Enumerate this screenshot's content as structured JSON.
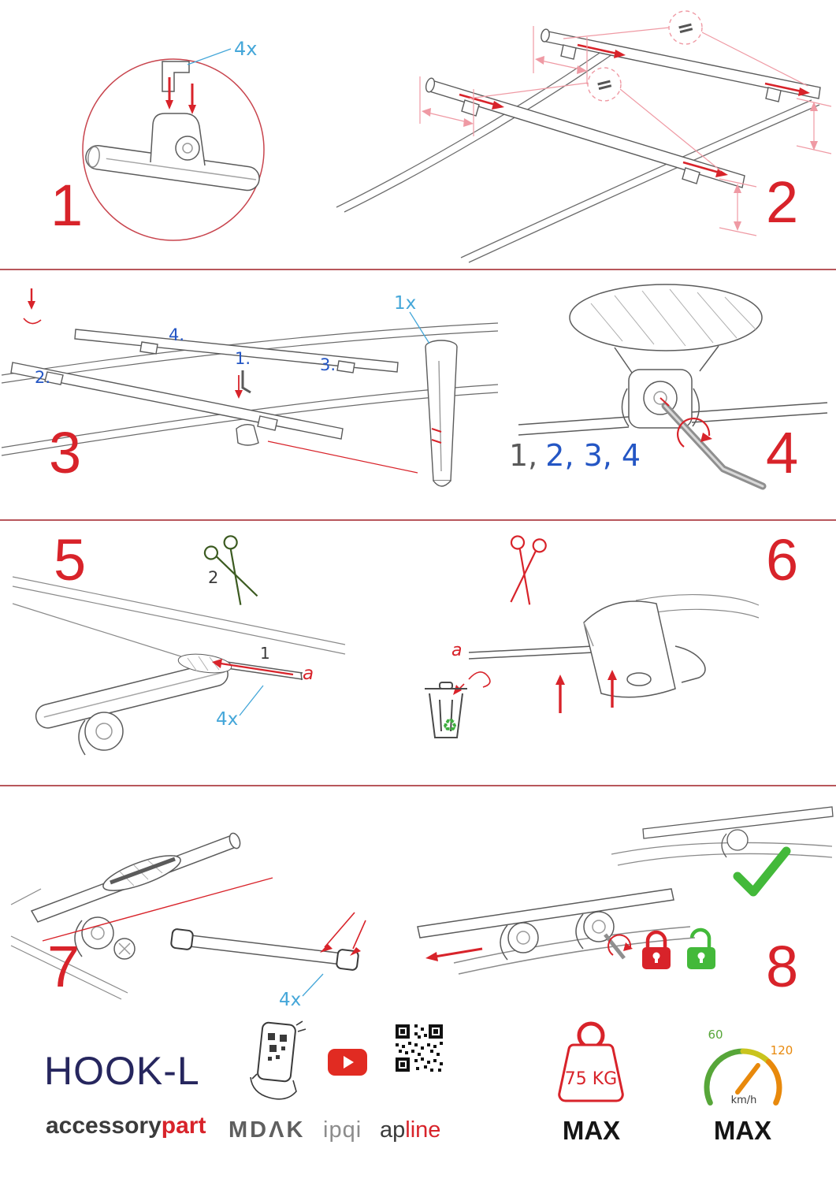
{
  "page": {
    "background": "#ffffff",
    "accent_red": "#d8232a",
    "label_blue": "#45a7d9",
    "sequence_blue": "#2456c4",
    "success_green": "#43b93a",
    "brand_navy": "#26265e"
  },
  "steps": {
    "s1": {
      "number": "1",
      "qty": "4x"
    },
    "s2": {
      "number": "2",
      "equal_top": "=",
      "equal_bottom": "="
    },
    "s3": {
      "number": "3",
      "qty": "1x",
      "mark1": "1.",
      "mark2": "2.",
      "mark3": "3.",
      "mark4": "4."
    },
    "s4": {
      "number": "4",
      "seq_first": "1,",
      "seq_rest": "2, 3, 4"
    },
    "s5": {
      "number": "5",
      "qty": "4x",
      "mark1": "1",
      "mark2": "2",
      "markA": "a"
    },
    "s6": {
      "number": "6",
      "markA": "a"
    },
    "s7": {
      "number": "7",
      "qty": "4x"
    },
    "s8": {
      "number": "8"
    }
  },
  "icons": {
    "recycle": "♻"
  },
  "footer": {
    "product": "HOOK-L",
    "brand_left": "accessory",
    "brand_right": "part",
    "logo_mdak": "MDΛK",
    "logo_ipqi": "ipqi",
    "logo_apline_left": "ap",
    "logo_apline_right": "line",
    "weight": "75 KG",
    "weight_max": "MAX",
    "speed_low": "60",
    "speed_high": "120",
    "speed_unit": "km/h",
    "speed_max": "MAX"
  }
}
